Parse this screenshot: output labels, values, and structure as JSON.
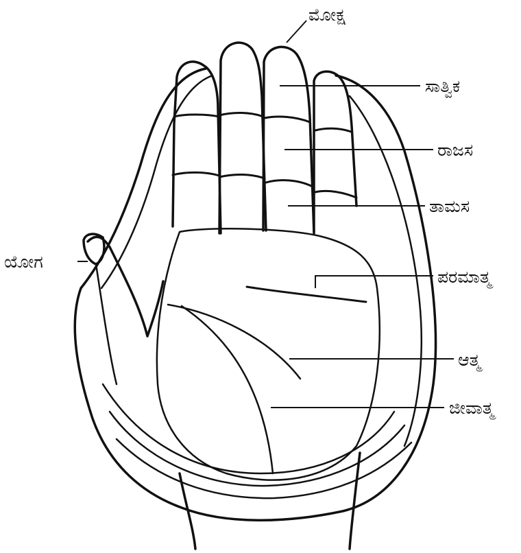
{
  "labels": {
    "moksha": "ಮೋಕ್ಷ",
    "sattvika": "ಸಾತ್ವಿಕ",
    "rajasa": "ರಾಜಸ",
    "tamasa": "ತಾಮಸ",
    "yoga": "ಯೋಗ",
    "paramatma": "ಪರಮಾತ್ಮ",
    "atma": "ಆತ್ಮ",
    "jeevatma": "ಜೀವಾತ್ಮ"
  }
}
